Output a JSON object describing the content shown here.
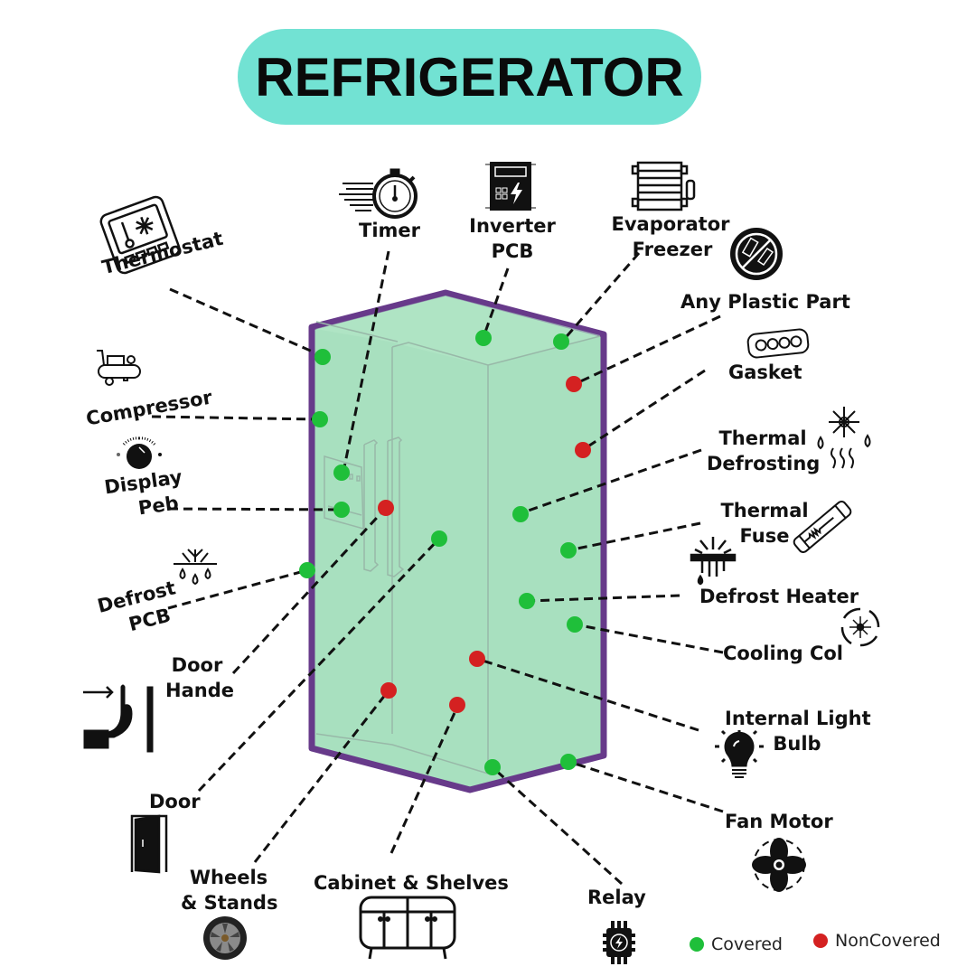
{
  "title": "REFRIGERATOR",
  "colors": {
    "title_bg": "#72e2d3",
    "fridge_fill": "#a8e0bf",
    "fridge_outline": "#673a8a",
    "covered": "#1fbf3a",
    "noncovered": "#d42121",
    "leader": "#111111"
  },
  "legend": {
    "covered_label": "Covered",
    "noncovered_label": "NonCovered"
  },
  "parts": [
    {
      "id": "thermostat",
      "label": "Thermostat",
      "status": "covered",
      "icon": "thermostat-icon"
    },
    {
      "id": "timer",
      "label": "Timer",
      "status": "covered",
      "icon": "stopwatch-icon"
    },
    {
      "id": "inverter-pcb",
      "label": "Inverter PCB",
      "line1": "Inverter",
      "line2": "PCB",
      "status": "covered",
      "icon": "inverter-icon"
    },
    {
      "id": "evaporator-freezer",
      "label": "Evaporator Freezer",
      "line1": "Evaporator",
      "line2": "Freezer",
      "status": "covered",
      "icon": "evaporator-icon"
    },
    {
      "id": "any-plastic-part",
      "label": "Any Plastic Part",
      "status": "noncovered",
      "icon": "no-plastic-icon"
    },
    {
      "id": "gasket",
      "label": "Gasket",
      "status": "noncovered",
      "icon": "gasket-icon"
    },
    {
      "id": "thermal-defrosting",
      "label": "Thermal Defrosting",
      "line1": "Thermal",
      "line2": "Defrosting",
      "status": "covered",
      "icon": "defrost-snowflake-icon"
    },
    {
      "id": "thermal-fuse",
      "label": "Thermal Fuse",
      "line1": "Thermal",
      "line2": "Fuse",
      "status": "covered",
      "icon": "fuse-icon"
    },
    {
      "id": "defrost-heater",
      "label": "Defrost Heater",
      "status": "covered",
      "icon": "melting-snowflake-icon"
    },
    {
      "id": "cooling-col",
      "label": "Cooling Col",
      "status": "covered",
      "icon": "cooling-cycle-icon"
    },
    {
      "id": "internal-light-bulb",
      "label": "Internal Light Bulb",
      "line1": "Internal Light",
      "line2": "Bulb",
      "status": "noncovered",
      "icon": "light-bulb-icon"
    },
    {
      "id": "fan-motor",
      "label": "Fan Motor",
      "status": "covered",
      "icon": "fan-icon"
    },
    {
      "id": "relay",
      "label": "Relay",
      "status": "covered",
      "icon": "relay-chip-icon"
    },
    {
      "id": "cabinet-shelves",
      "label": "Cabinet & Shelves",
      "status": "noncovered",
      "icon": "cabinet-icon"
    },
    {
      "id": "wheels-stands",
      "label": "Wheels & Stands",
      "line1": "Wheels",
      "line2": "& Stands",
      "status": "noncovered",
      "icon": "wheel-icon"
    },
    {
      "id": "door",
      "label": "Door",
      "status": "covered",
      "icon": "door-icon"
    },
    {
      "id": "door-handle",
      "label": "Door Hande",
      "line1": "Door",
      "line2": "Hande",
      "status": "noncovered",
      "icon": "hand-push-icon"
    },
    {
      "id": "defrost-pcb",
      "label": "Defrost PCB",
      "line1": "Defrost",
      "line2": "PCB",
      "status": "covered",
      "icon": "defrost-drops-icon"
    },
    {
      "id": "display-peb",
      "label": "Display Peb",
      "line1": "Display",
      "line2": "Peb",
      "status": "covered",
      "icon": "dial-knob-icon"
    },
    {
      "id": "compressor",
      "label": "Compressor",
      "status": "covered",
      "icon": "air-compressor-icon"
    }
  ]
}
